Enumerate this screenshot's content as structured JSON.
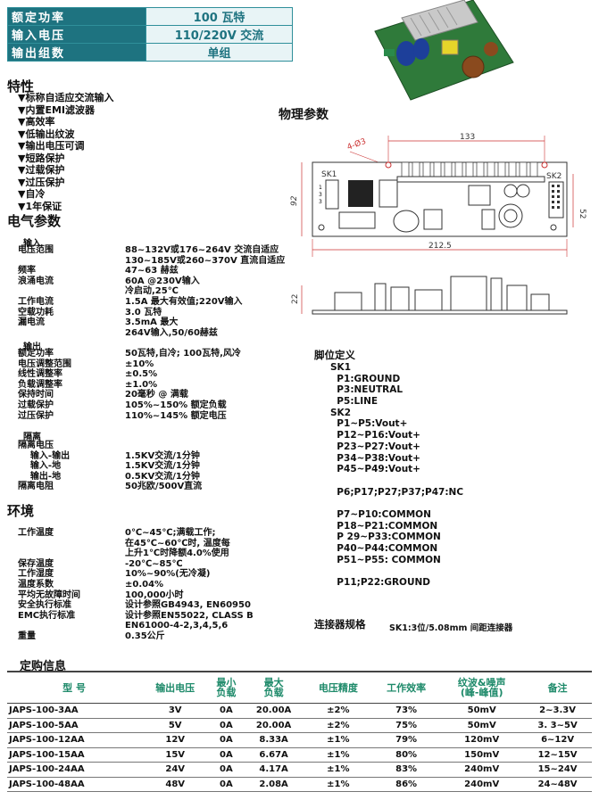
{
  "header": {
    "rows": [
      {
        "key": "额定功率",
        "value": "100 瓦特"
      },
      {
        "key": "输入电压",
        "value": "110/220V 交流"
      },
      {
        "key": "输出组数",
        "value": "单组"
      }
    ]
  },
  "features": {
    "title": "特性",
    "items": [
      "▼标称自适应交流输入",
      "▼内置EMI滤波器",
      "▼高效率",
      "▼低输出纹波",
      "▼输出电压可调",
      "▼短路保护",
      "▼过载保护",
      "▼过压保护",
      "▼自冷",
      "▼1年保证"
    ]
  },
  "physical": {
    "title": "物理参数",
    "dim_top": "133",
    "dim_hole": "4-Ø3",
    "dim_width": "212.5",
    "dim_height": "92",
    "dim_inner": "52",
    "dim_depth": "22",
    "sk1": "SK1",
    "sk2": "SK2"
  },
  "electrical": {
    "title": "电气参数",
    "input_label": "输入",
    "input_rows": [
      {
        "k": "电压范围",
        "v": "88~132V或176~264V 交流自适应"
      },
      {
        "k": "",
        "v": "130~185V或260~370V 直流自适应"
      },
      {
        "k": "频率",
        "v": "47~63 赫兹"
      },
      {
        "k": "浪涌电流",
        "v": "60A @230V输入"
      },
      {
        "k": "",
        "v": "冷启动,25℃"
      },
      {
        "k": "工作电流",
        "v": "1.5A 最大有效值;220V输入"
      },
      {
        "k": "空载功耗",
        "v": "3.0 瓦特"
      },
      {
        "k": "漏电流",
        "v": "3.5mA 最大"
      },
      {
        "k": "",
        "v": "264V输入,50/60赫兹"
      }
    ],
    "output_label": "输出",
    "output_rows": [
      {
        "k": "额定功率",
        "v": "50瓦特,自冷; 100瓦特,风冷"
      },
      {
        "k": "电压调整范围",
        "v": "±10%"
      },
      {
        "k": "线性调整率",
        "v": "±0.5%"
      },
      {
        "k": "负载调整率",
        "v": "±1.0%"
      },
      {
        "k": "保持时间",
        "v": "20毫秒 @ 满载"
      },
      {
        "k": "过载保护",
        "v": "105%~150% 额定负载"
      },
      {
        "k": "过压保护",
        "v": "110%~145% 额定电压"
      }
    ],
    "isolation_label": "隔离",
    "isolation_rows": [
      {
        "k": "隔离电压",
        "v": ""
      },
      {
        "k": "    输入-输出",
        "v": "1.5KV交流/1分钟"
      },
      {
        "k": "    输入-地",
        "v": "1.5KV交流/1分钟"
      },
      {
        "k": "    输出-地",
        "v": "0.5KV交流/1分钟"
      },
      {
        "k": "隔离电阻",
        "v": "50兆欧/500V直流"
      }
    ]
  },
  "environment": {
    "title": "环境",
    "rows": [
      {
        "k": "工作温度",
        "v": "0℃~45℃;满载工作;"
      },
      {
        "k": "",
        "v": "在45℃~60℃时, 温度每"
      },
      {
        "k": "",
        "v": "上升1℃时降额4.0%使用"
      },
      {
        "k": "保存温度",
        "v": "-20℃~85℃"
      },
      {
        "k": "工作湿度",
        "v": "10%~90%(无冷凝)"
      },
      {
        "k": "温度系数",
        "v": "±0.04%"
      },
      {
        "k": "平均无故障时间",
        "v": "100,000小时"
      },
      {
        "k": "安全执行标准",
        "v": "设计参照GB4943, EN60950"
      },
      {
        "k": "EMC执行标准",
        "v": "设计参照EN55022, CLASS B"
      },
      {
        "k": "",
        "v": "EN61000-4-2,3,4,5,6"
      },
      {
        "k": "重量",
        "v": "0.35公斤"
      }
    ]
  },
  "pinout": {
    "title": "脚位定义",
    "lines": [
      "SK1",
      "  P1:GROUND",
      "  P3:NEUTRAL",
      "  P5:LINE",
      "SK2",
      "  P1~P5:Vout+",
      "  P12~P16:Vout+",
      "  P23~P27:Vout+",
      "  P34~P38:Vout+",
      "  P45~P49:Vout+",
      "",
      "  P6;P17;P27;P37;P47:NC",
      "",
      "  P7~P10:COMMON",
      "  P18~P21:COMMON",
      "  P 29~P33:COMMON",
      "  P40~P44:COMMON",
      "  P51~P55: COMMON",
      "",
      "  P11;P22:GROUND"
    ]
  },
  "connector": {
    "title": "连接器规格",
    "value": "SK1:3位/5.08mm 间距连接器"
  },
  "order": {
    "title": "定购信息",
    "headers": [
      "型 号",
      "输出电压",
      "最小\n负载",
      "最大\n负载",
      "电压精度",
      "工作效率",
      "纹波&噪声\n(峰-峰值)",
      "备注"
    ],
    "rows": [
      [
        "JAPS-100-3AA",
        "3V",
        "0A",
        "20.00A",
        "±2%",
        "73%",
        "50mV",
        "2~3.3V"
      ],
      [
        "JAPS-100-5AA",
        "5V",
        "0A",
        "20.00A",
        "±2%",
        "75%",
        "50mV",
        "3. 3~5V"
      ],
      [
        "JAPS-100-12AA",
        "12V",
        "0A",
        "8.33A",
        "±1%",
        "79%",
        "120mV",
        "6~12V"
      ],
      [
        "JAPS-100-15AA",
        "15V",
        "0A",
        "6.67A",
        "±1%",
        "80%",
        "150mV",
        "12~15V"
      ],
      [
        "JAPS-100-24AA",
        "24V",
        "0A",
        "4.17A",
        "±1%",
        "83%",
        "240mV",
        "15~24V"
      ],
      [
        "JAPS-100-48AA",
        "48V",
        "0A",
        "2.08A",
        "±1%",
        "86%",
        "240mV",
        "24~48V"
      ]
    ]
  }
}
